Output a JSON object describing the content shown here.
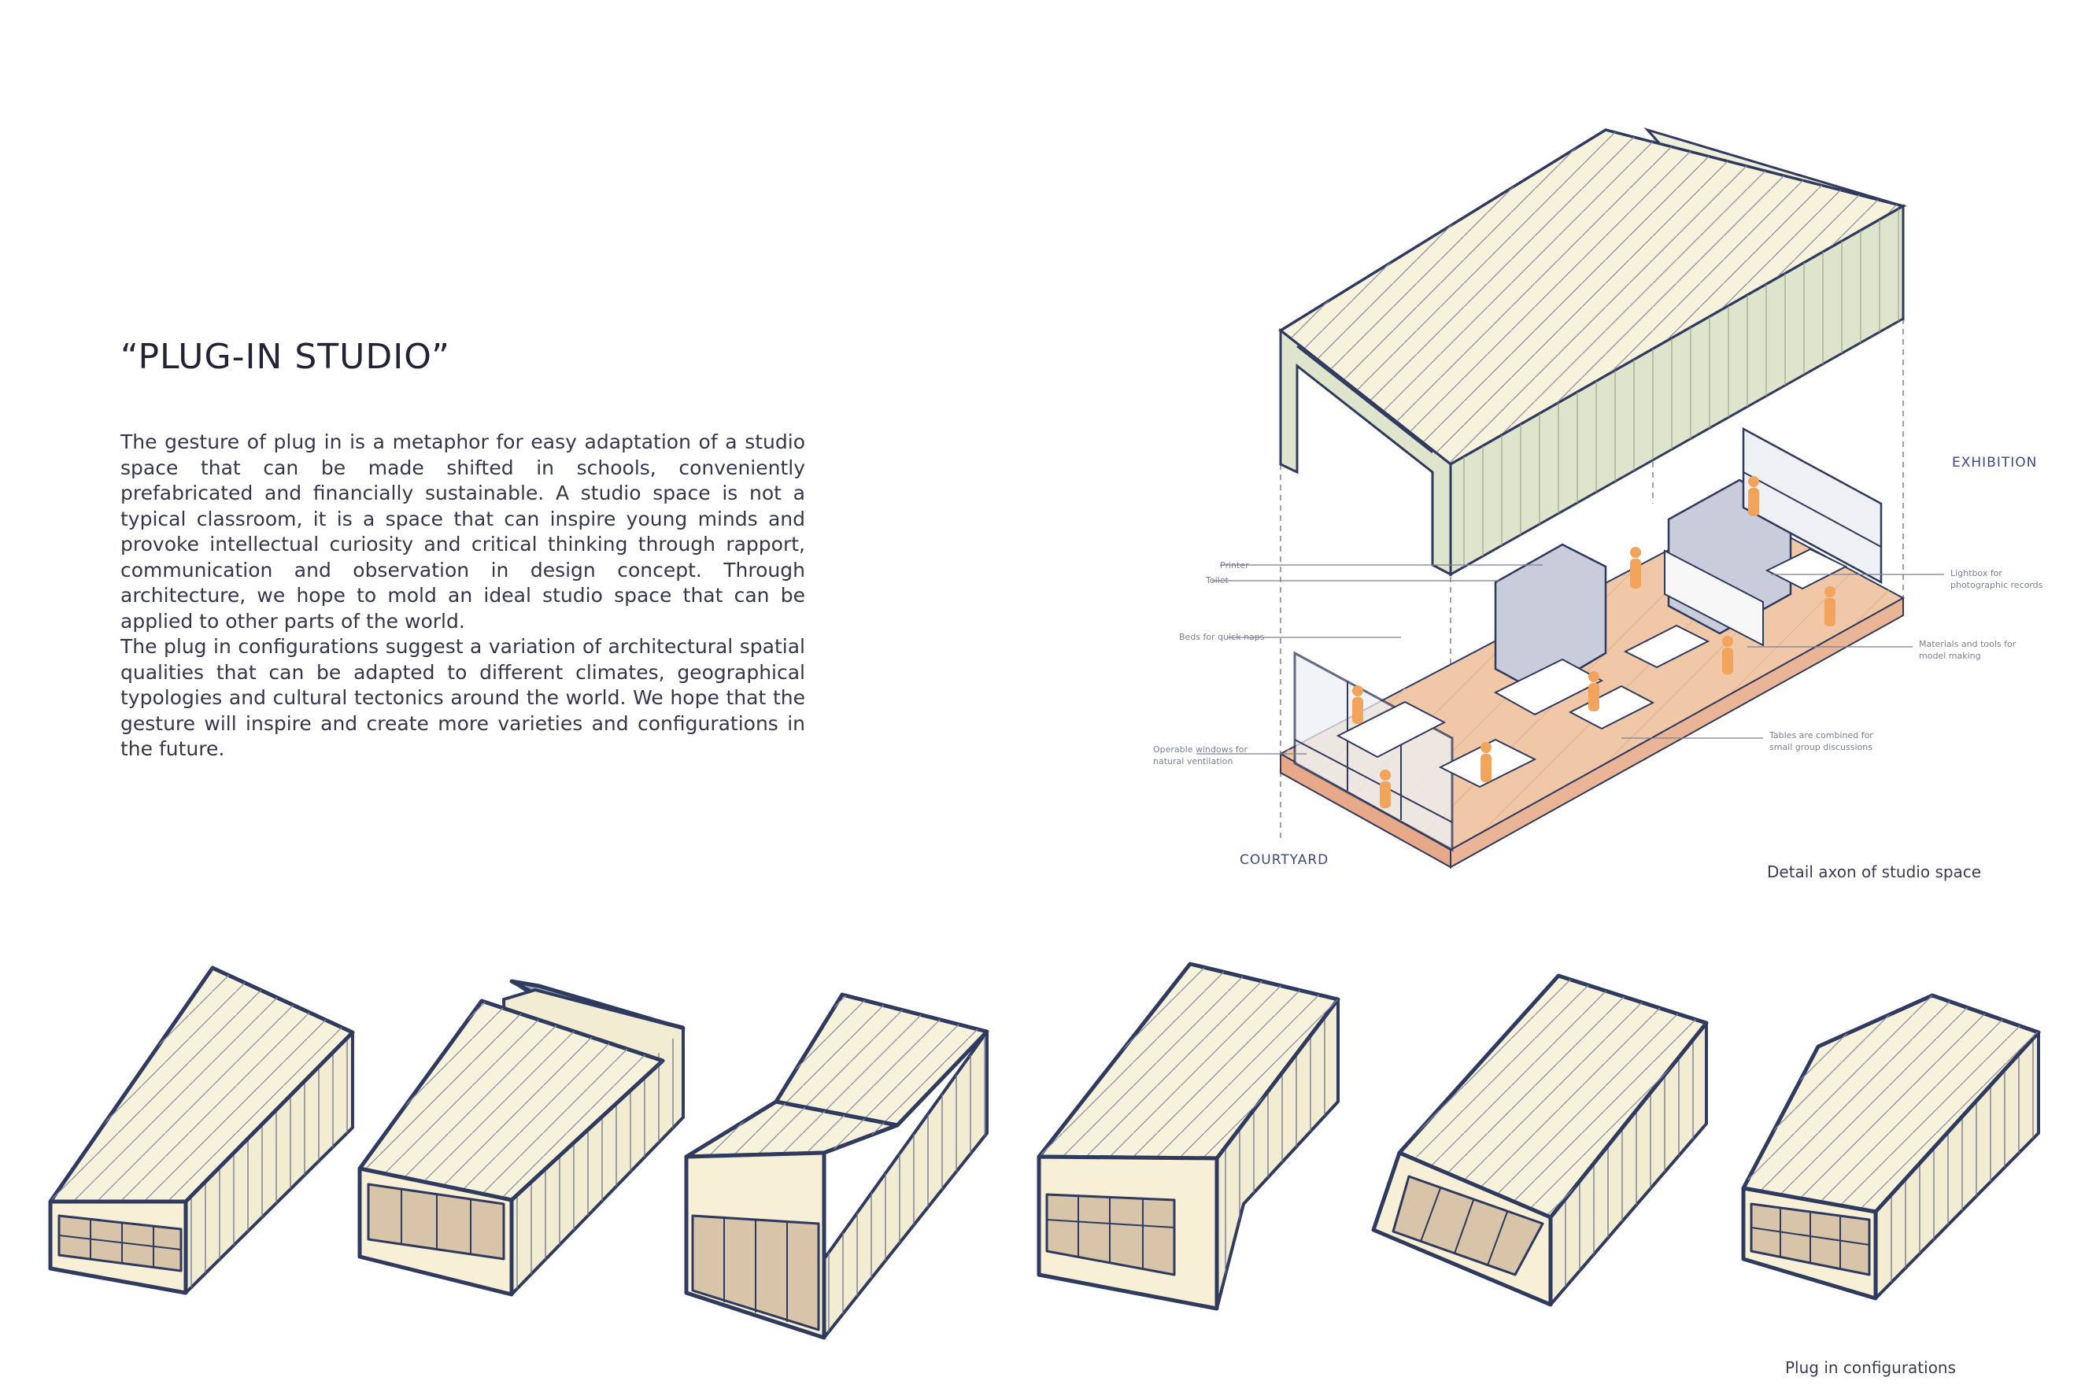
{
  "title": "“PLUG-IN STUDIO”",
  "paragraphs": [
    " The gesture of plug in is a metaphor for easy adaptation of a studio space that can be made shifted in schools, conveniently prefabricated and financially sustainable. A studio space is not a typical classroom, it is a space that can inspire young minds and provoke intellectual curiosity and critical thinking through rapport, communication and observation in design concept. Through architecture, we hope to mold an ideal studio space that can be applied to other parts of the world.",
    "The plug in configurations suggest a variation of architectural spatial qualities that can be adapted to different climates, geographical typologies and cultural tectonics around the world. We hope that the gesture will inspire and create more varieties and configurations in the future."
  ],
  "axon": {
    "labels": {
      "exhibition": "EXHIBITION",
      "courtyard": "COURTYARD"
    },
    "annotations": {
      "printer": "Printer",
      "toilet": "Toilet",
      "beds": "Beds for quick naps",
      "windows_1": "Operable windows for",
      "windows_2": "natural ventilation",
      "lightbox_1": "Lightbox for",
      "lightbox_2": "photographic records",
      "materials_1": "Materials and tools for",
      "materials_2": "model making",
      "tables_1": "Tables are combined for",
      "tables_2": "small group discussions"
    },
    "caption": "Detail axon of studio space"
  },
  "configurations_caption": "Plug in configurations",
  "colors": {
    "outline": "#2f3a5f",
    "roof": "#f7f2dc",
    "wall": "#f2ecd2",
    "green": "#dfe5cc",
    "floor": "#f0c8a8",
    "person": "#f2a35c",
    "partition": "#c9ccda"
  }
}
